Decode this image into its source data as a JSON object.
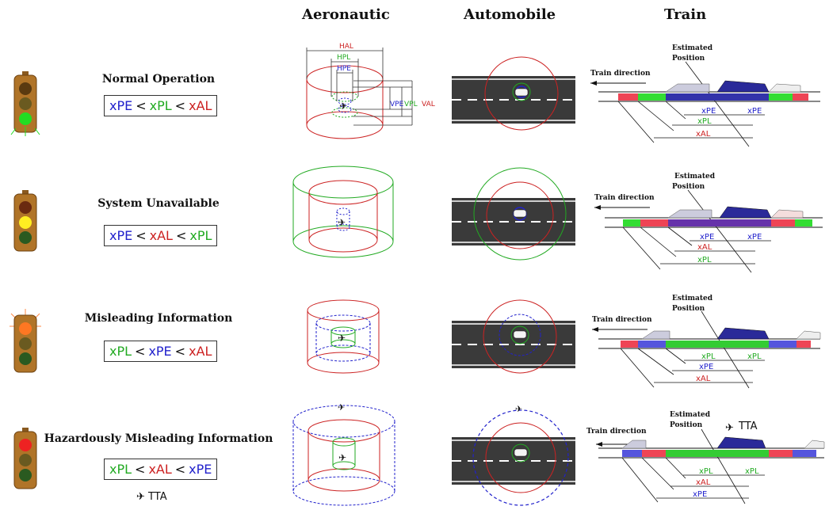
{
  "headers": {
    "aeronautic": "Aeronautic",
    "automobile": "Automobile",
    "train": "Train"
  },
  "aero_labels": {
    "hal": "HAL",
    "hpl": "HPL",
    "hpe": "HPE",
    "vpe": "VPE",
    "vpl": "VPL",
    "val": "VAL"
  },
  "train_labels": {
    "direction": "Train direction",
    "estimated_1": "Estimated",
    "estimated_2": "Position"
  },
  "tta": "TTA",
  "rows": [
    {
      "title": "Normal Operation",
      "ineq": [
        {
          "t": "xPE",
          "c": "pe"
        },
        {
          "t": "xPL",
          "c": "pl"
        },
        {
          "t": "xAL",
          "c": "al"
        }
      ],
      "train_order": [
        "xPE",
        "xPL",
        "xAL"
      ],
      "light": "green"
    },
    {
      "title": "System Unavailable",
      "ineq": [
        {
          "t": "xPE",
          "c": "pe"
        },
        {
          "t": "xAL",
          "c": "al"
        },
        {
          "t": "xPL",
          "c": "pl"
        }
      ],
      "train_order": [
        "xPE",
        "xAL",
        "xPL"
      ],
      "light": "yellow"
    },
    {
      "title": "Misleading Information",
      "ineq": [
        {
          "t": "xPL",
          "c": "pl"
        },
        {
          "t": "xPE",
          "c": "pe"
        },
        {
          "t": "xAL",
          "c": "al"
        }
      ],
      "train_order": [
        "xPL",
        "xPE",
        "xAL"
      ],
      "light": "orange"
    },
    {
      "title": "Hazardously Misleading Information",
      "ineq": [
        {
          "t": "xPL",
          "c": "pl"
        },
        {
          "t": "xAL",
          "c": "al"
        },
        {
          "t": "xPE",
          "c": "pe"
        }
      ],
      "train_order": [
        "xPL",
        "xAL",
        "xPE"
      ],
      "light": "red"
    }
  ],
  "colors": {
    "pe": "#2222cc",
    "pl": "#22aa22",
    "al": "#cc2222"
  }
}
